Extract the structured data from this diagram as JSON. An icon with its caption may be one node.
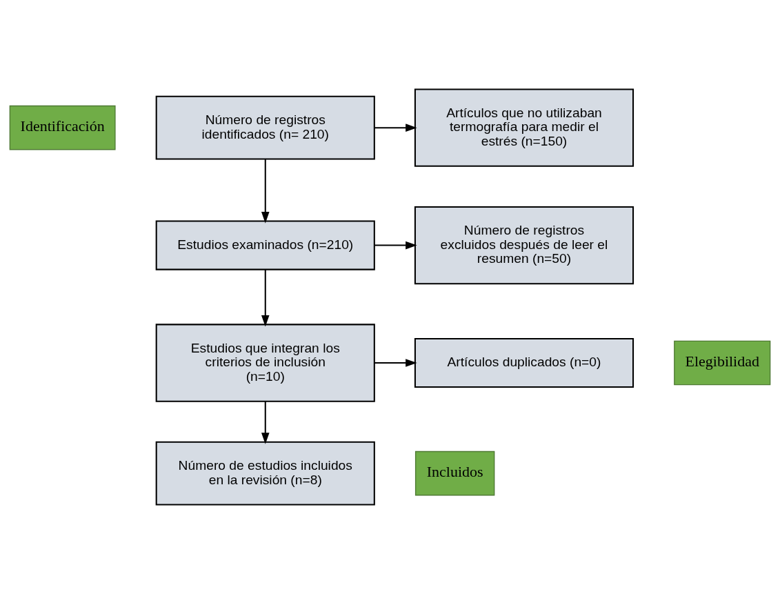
{
  "diagram": {
    "nodes": [
      {
        "text": [
          "Identificación"
        ]
      },
      {
        "text": [
          "Número de registros identificados (n= 210)"
        ]
      },
      {
        "text": [
          "Artículos que no utilizaban termografía para medir el estrés (n=150)"
        ]
      },
      {
        "text": [
          "Estudios examinados (n=210)"
        ]
      },
      {
        "text": [
          "Número de registros excluidos después de leer el resumen (n=50)"
        ]
      },
      {
        "text": [
          "Elegibilidad"
        ]
      },
      {
        "text": [
          "Estudios que integran los criterios de inclusión (n=10)"
        ]
      },
      {
        "text": [
          "Artículos duplicados (n=0)"
        ]
      },
      {
        "text": [
          "Incluidos"
        ]
      },
      {
        "text": [
          "Número de estudios incluidos en la revisión (n=8)"
        ]
      }
    ],
    "edges": [
      {
        "from": 1,
        "to": 2,
        "arrow": "to"
      },
      {
        "from": 1,
        "to": 3,
        "arrow": "to"
      },
      {
        "from": 3,
        "to": 4,
        "arrow": "to"
      },
      {
        "from": 3,
        "to": 6,
        "arrow": "to"
      },
      {
        "from": 6,
        "to": 7,
        "arrow": "to"
      },
      {
        "from": 6,
        "to": 9,
        "arrow": "to"
      }
    ]
  }
}
